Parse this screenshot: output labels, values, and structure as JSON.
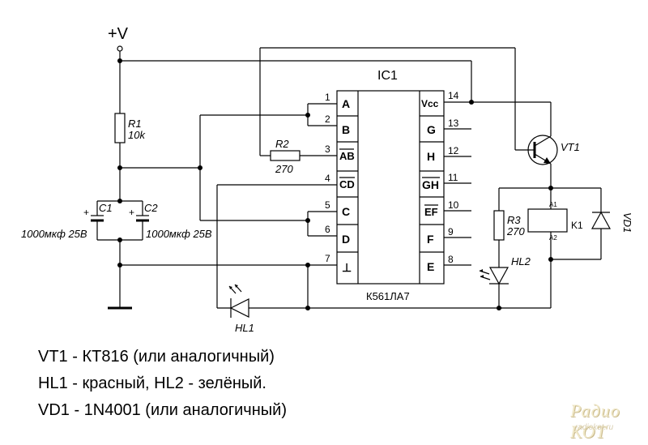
{
  "labels": {
    "supply": "+V",
    "ic_name": "IC1",
    "ic_type": "К561ЛА7",
    "r1_name": "R1",
    "r1_value": "10k",
    "r2_name": "R2",
    "r2_value": "270",
    "r3_name": "R3",
    "r3_value": "270",
    "c1_name": "C1",
    "c2_name": "C2",
    "c1_value": "1000мкф 25В",
    "c2_value": "1000мкф 25В",
    "vt1": "VT1",
    "vd1": "VD1",
    "k1": "K1",
    "a1": "A1",
    "a2": "A2",
    "hl1": "HL1",
    "hl2": "HL2",
    "plus": "+"
  },
  "pins_left": [
    {
      "num": "1",
      "name": "A"
    },
    {
      "num": "2",
      "name": "B"
    },
    {
      "num": "3",
      "name": "AB"
    },
    {
      "num": "4",
      "name": "CD"
    },
    {
      "num": "5",
      "name": "C"
    },
    {
      "num": "6",
      "name": "D"
    },
    {
      "num": "7",
      "name": "⊥"
    }
  ],
  "pins_right": [
    {
      "num": "14",
      "name": "Vcc"
    },
    {
      "num": "13",
      "name": "G"
    },
    {
      "num": "12",
      "name": "H"
    },
    {
      "num": "11",
      "name": "GH"
    },
    {
      "num": "10",
      "name": "EF"
    },
    {
      "num": "9",
      "name": "F"
    },
    {
      "num": "8",
      "name": "E"
    }
  ],
  "notes": [
    "VT1 - КТ816 (или аналогичный)",
    "HL1 - красный, HL2 - зелёный.",
    "VD1 - 1N4001 (или аналогичный)"
  ],
  "logo": {
    "main": "Радио КОТ",
    "sub": "radiokot.ru"
  }
}
